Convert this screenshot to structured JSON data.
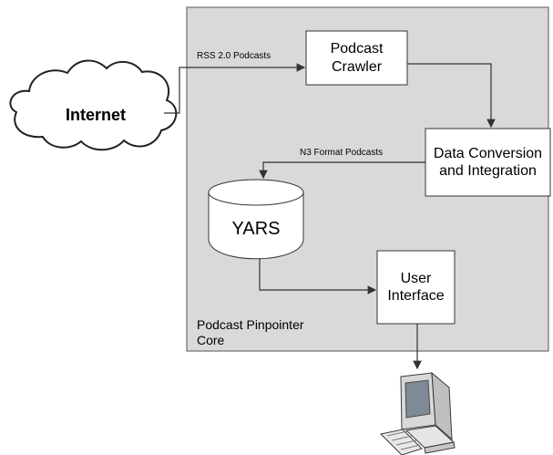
{
  "diagram": {
    "nodes": {
      "internet": {
        "label": "Internet"
      },
      "crawler": {
        "label": "Podcast\nCrawler"
      },
      "conversion": {
        "label": "Data Conversion\nand Integration"
      },
      "yars": {
        "label": "YARS"
      },
      "user_interface": {
        "label": "User\nInterface"
      }
    },
    "edges": {
      "rss": {
        "label": "RSS 2.0 Podcasts"
      },
      "n3": {
        "label": "N3 Format Podcasts"
      }
    },
    "core_label": "Podcast Pinpointer\nCore",
    "terminal": {
      "icon": "computer-icon"
    },
    "colors": {
      "core_fill": "#d9d9d9",
      "box_fill": "#ffffff",
      "line": "#333333",
      "text": "#000000",
      "computer_body": "#d8d8d8",
      "computer_dark": "#3a3a3a",
      "screen": "#7e8a96"
    }
  }
}
